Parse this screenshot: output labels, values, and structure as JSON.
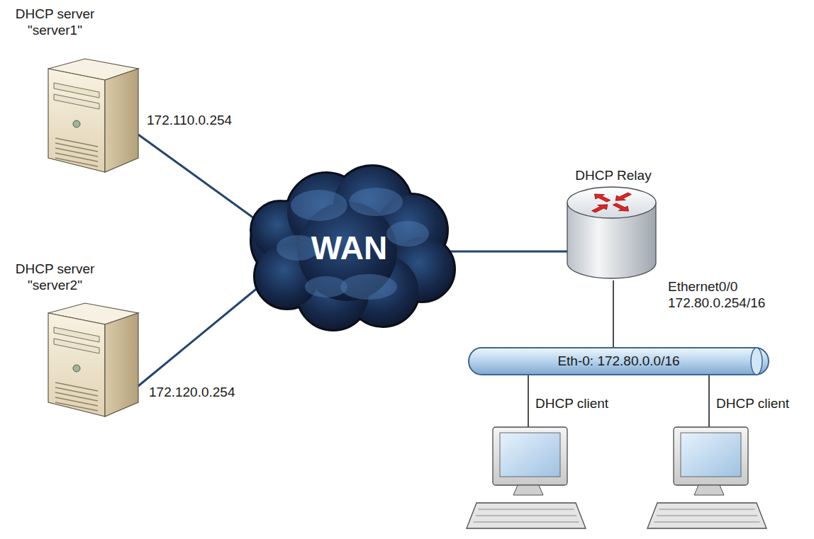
{
  "diagram": {
    "nodes": [
      {
        "text": [
          "DHCP server \"server1\""
        ]
      },
      {
        "text": [
          "DHCP server \"server2\""
        ]
      },
      {
        "text": [
          "WAN"
        ]
      },
      {
        "text": [
          "DHCP Relay"
        ]
      },
      {
        "text": [
          "Eth-0: 172.80.0.0/16"
        ]
      },
      {
        "text": [
          "DHCP client"
        ]
      },
      {
        "text": [
          "DHCP client"
        ]
      }
    ],
    "edges": [
      {
        "from": 0,
        "to": 2,
        "arrow": "none",
        "label": "172.110.0.254"
      },
      {
        "from": 1,
        "to": 2,
        "arrow": "none",
        "label": "172.120.0.254"
      },
      {
        "from": 2,
        "to": 3,
        "arrow": "none"
      },
      {
        "from": 3,
        "to": 4,
        "arrow": "none",
        "label": "Ethernet0/0 172.80.0.254/16"
      },
      {
        "from": 4,
        "to": 5,
        "arrow": "none"
      },
      {
        "from": 4,
        "to": 6,
        "arrow": "none"
      }
    ]
  }
}
